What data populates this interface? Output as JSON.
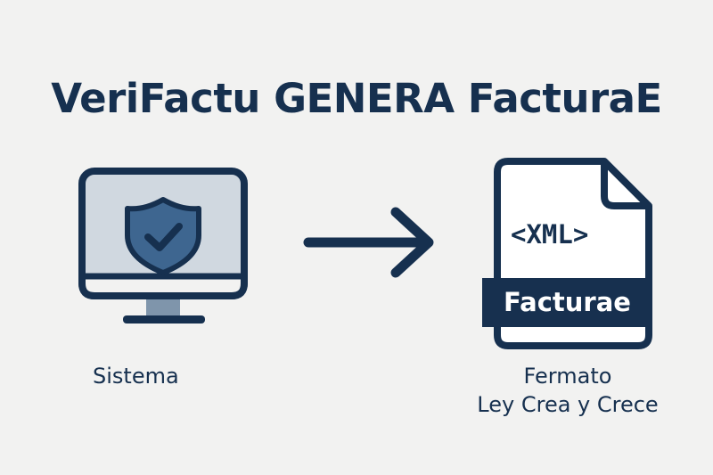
{
  "title": "VeriFactu GENERA FacturaE",
  "colors": {
    "navy": "#16304f",
    "background": "#f2f2f1",
    "screen_fill": "#d0d8e0",
    "shield_fill": "#3e6690",
    "document_fill": "#ffffff"
  },
  "left": {
    "icon": "monitor-shield-icon",
    "caption": "Sistema"
  },
  "connector": {
    "icon": "arrow-right-icon"
  },
  "right": {
    "icon": "xml-document-icon",
    "xml_label": "<XML>",
    "badge": "Facturae",
    "caption_line1": "Fermato",
    "caption_line2": "Ley Crea y Crece"
  }
}
